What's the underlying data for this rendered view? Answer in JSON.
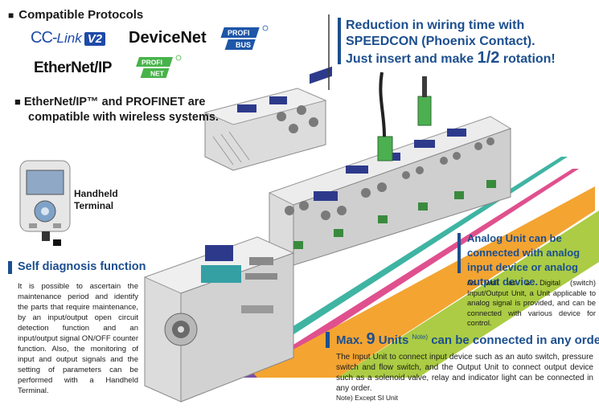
{
  "header": {
    "bullet": "■",
    "title": "Compatible Protocols"
  },
  "logos": {
    "cclink_cc": "CC-",
    "cclink_link": "Link",
    "cclink_v2": "V2",
    "devicenet": "DeviceNet",
    "profibus_top": "PROFI",
    "profibus_bottom": "BUS",
    "ethernetip": "EtherNet/IP",
    "profinet_top": "PROFI",
    "profinet_bottom": "NET"
  },
  "wireless": {
    "bullet": "■",
    "line1": "EtherNet/IP™ and PROFINET are",
    "line2": "compatible with wireless systems."
  },
  "speedcon": {
    "line1": "Reduction in wiring time with",
    "line2": "SPEEDCON (Phoenix Contact).",
    "line3_pre": "Just insert and make ",
    "line3_big": "1/2",
    "line3_post": " rotation!"
  },
  "handheld": {
    "line1": "Handheld",
    "line2": "Terminal"
  },
  "self_diagnosis": {
    "title": "Self diagnosis function",
    "body": "It is possible to ascertain the maintenance period and identify the parts that require maintenance, by an input/output open circuit detection function and an input/output signal ON/OFF counter function. Also, the monitoring of input and output signals and the setting of parameters can be performed with a Handheld Terminal."
  },
  "analog": {
    "title": "Analog Unit can be connected with analog input device or analog output device.",
    "body": "As well as a Digital (switch) Input/Output Unit, a Unit applicable to analog signal is provided, and can be connected with various device for control."
  },
  "max_units": {
    "pre": "Max. ",
    "number": "9",
    "units": " Units",
    "note": "Note)",
    "post": " can be connected in any order.",
    "body": "The Input Unit to connect input device such as an auto switch, pressure switch and flow switch, and the Output Unit to connect output device such as a solenoid valve, relay and indicator light can be connected in any order.",
    "footnote": "Note) Except SI Unit"
  },
  "colors": {
    "accent_blue": "#1c4f8f",
    "band_pink": "#e0508e",
    "band_teal": "#3fb4a3",
    "band_orange": "#f4a431",
    "band_green": "#a6c93a",
    "band_purple": "#7b4fa6",
    "band_blue": "#3a8ad0",
    "profibus_blue": "#1e56a8",
    "profinet_green": "#47b34a"
  }
}
